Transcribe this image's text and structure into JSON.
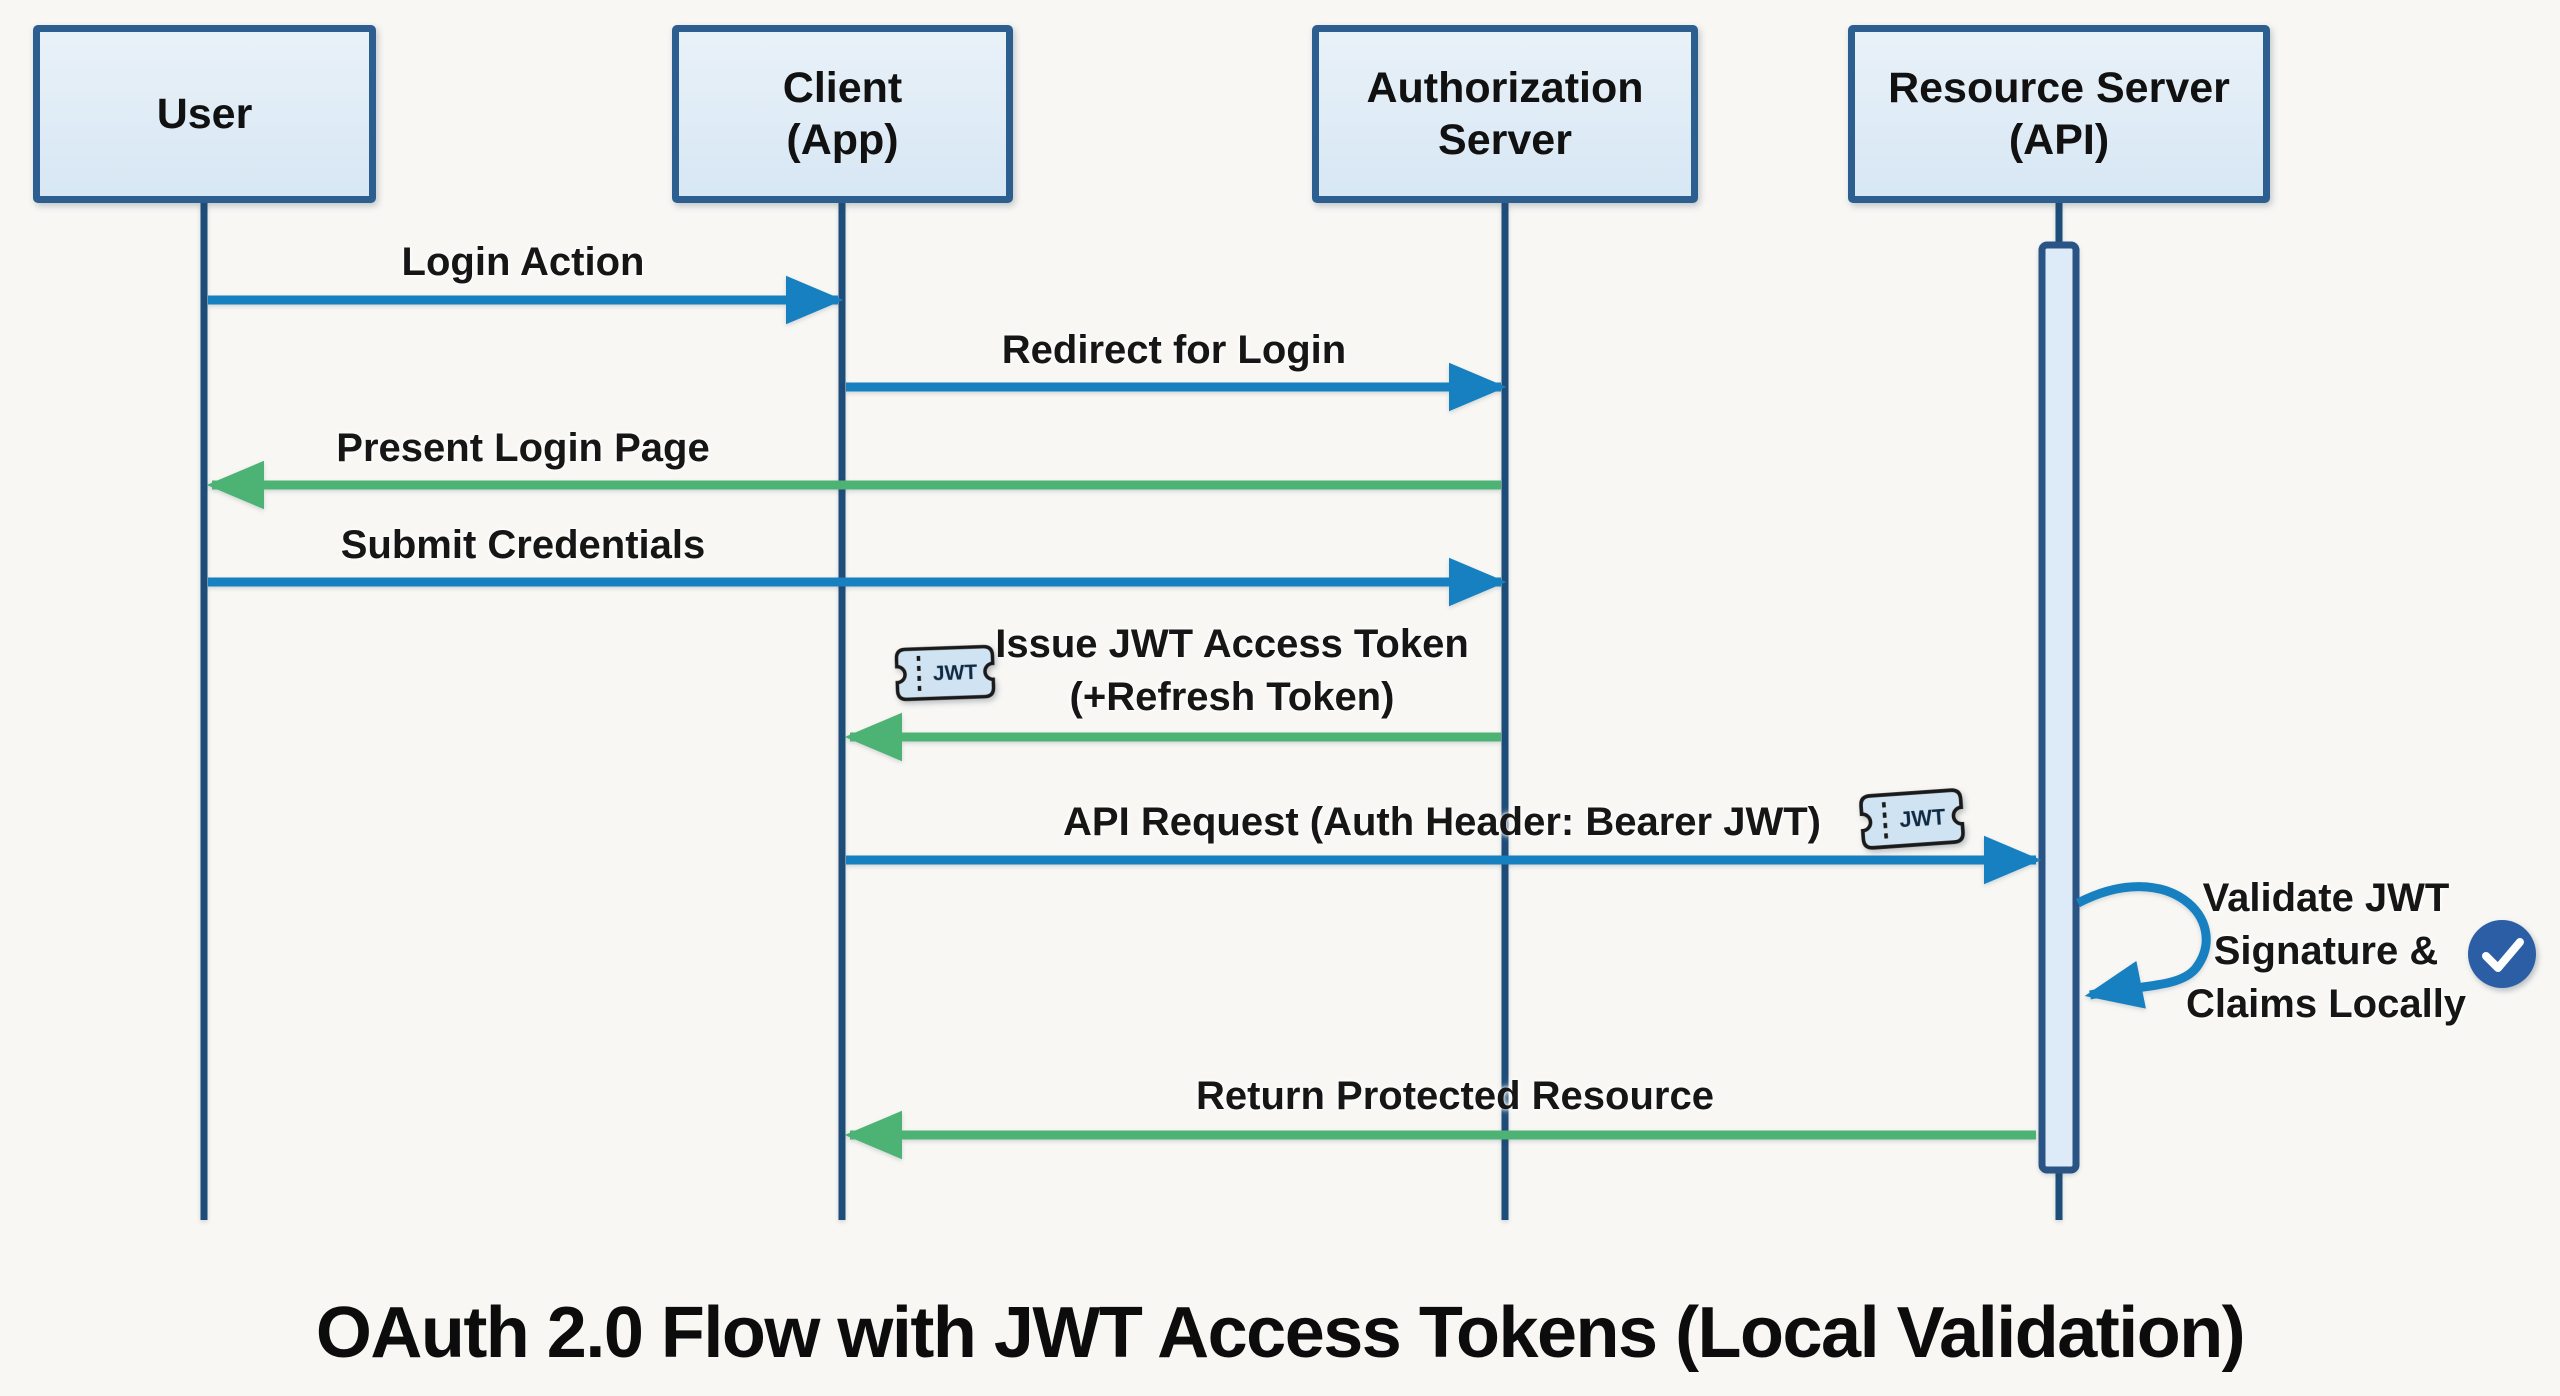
{
  "diagram": {
    "type": "sequence-diagram",
    "title": "OAuth 2.0 Flow with JWT Access Tokens (Local Validation)"
  },
  "actors": [
    {
      "id": "user",
      "line1": "User",
      "line2": ""
    },
    {
      "id": "client",
      "line1": "Client",
      "line2": "(App)"
    },
    {
      "id": "auth-server",
      "line1": "Authorization",
      "line2": "Server"
    },
    {
      "id": "resource-server",
      "line1": "Resource Server",
      "line2": "(API)"
    }
  ],
  "messages": [
    {
      "label": "Login Action",
      "from": "User",
      "to": "Client (App)",
      "color": "blue"
    },
    {
      "label": "Redirect for Login",
      "from": "Client (App)",
      "to": "Authorization Server",
      "color": "blue"
    },
    {
      "label": "Present Login Page",
      "from": "Authorization Server",
      "to": "User",
      "color": "green"
    },
    {
      "label": "Submit Credentials",
      "from": "User",
      "to": "Authorization Server",
      "color": "blue"
    },
    {
      "label_line1": "Issue JWT Access Token",
      "label_line2": "(+Refresh Token)",
      "from": "Authorization Server",
      "to": "Client (App)",
      "color": "green",
      "icon": "jwt-ticket"
    },
    {
      "label": "API Request (Auth Header: Bearer JWT)",
      "from": "Client (App)",
      "to": "Resource Server (API)",
      "color": "blue",
      "icon": "jwt-ticket"
    },
    {
      "type": "self-loop",
      "on": "Resource Server (API)",
      "color": "blue",
      "icon": "check-circle",
      "label_lines": [
        "Validate JWT",
        "Signature &",
        "Claims Locally"
      ]
    },
    {
      "label": "Return Protected Resource",
      "from": "Resource Server (API)",
      "to": "Client (App)",
      "color": "green"
    }
  ],
  "icons": {
    "jwt_ticket_label": "JWT",
    "check_circle_meaning": "validated-check"
  },
  "colors": {
    "blue_arrow": "#1780c0",
    "green_arrow": "#4db374",
    "lifeline_navy": "#1e4d79",
    "box_border": "#2c5f8f",
    "box_fill": "#dbe9f5",
    "activation_fill": "#dcebf7",
    "check_circle_fill": "#2b5ea4",
    "ticket_fill": "#cfe3f2",
    "background": "#f8f7f4",
    "text": "#111111"
  }
}
